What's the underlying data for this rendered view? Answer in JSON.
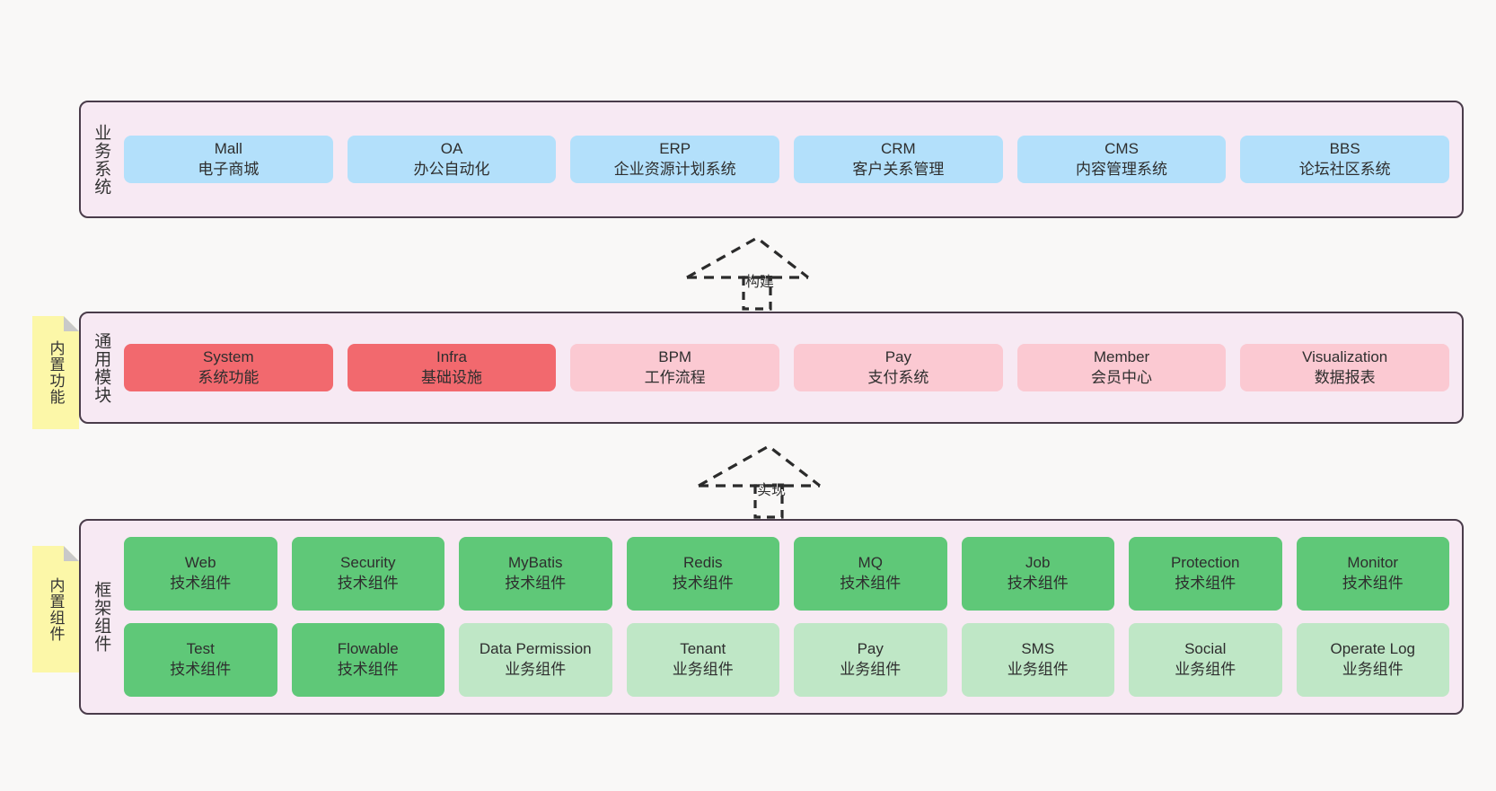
{
  "theme": {
    "page_background": "#f9f8f7",
    "panel_background": "#f7e9f3",
    "panel_border": "#4a3c4a",
    "note_background": "#fcf7a8",
    "note_fold": "#c9c9c9",
    "blue": "#b3e0fb",
    "red": "#f2696e",
    "pink": "#fbc9d2",
    "green": "#5fc878",
    "light_green": "#bfe7c6",
    "text": "#333333"
  },
  "layers": [
    {
      "id": "business-systems",
      "title": "业务系统",
      "note": null,
      "rows": [
        [
          {
            "title": "Mall",
            "subtitle": "电子商城"
          },
          {
            "title": "OA",
            "subtitle": "办公自动化"
          },
          {
            "title": "ERP",
            "subtitle": "企业资源计划系统"
          },
          {
            "title": "CRM",
            "subtitle": "客户关系管理"
          },
          {
            "title": "CMS",
            "subtitle": "内容管理系统"
          },
          {
            "title": "BBS",
            "subtitle": "论坛社区系统"
          }
        ]
      ]
    },
    {
      "id": "common-modules",
      "title": "通用模块",
      "note": "内置功能",
      "rows": [
        [
          {
            "title": "System",
            "subtitle": "系统功能"
          },
          {
            "title": "Infra",
            "subtitle": "基础设施"
          },
          {
            "title": "BPM",
            "subtitle": "工作流程"
          },
          {
            "title": "Pay",
            "subtitle": "支付系统"
          },
          {
            "title": "Member",
            "subtitle": "会员中心"
          },
          {
            "title": "Visualization",
            "subtitle": "数据报表"
          }
        ]
      ]
    },
    {
      "id": "framework-components",
      "title": "框架组件",
      "note": "内置组件",
      "rows": [
        [
          {
            "title": "Web",
            "subtitle": "技术组件"
          },
          {
            "title": "Security",
            "subtitle": "技术组件"
          },
          {
            "title": "MyBatis",
            "subtitle": "技术组件"
          },
          {
            "title": "Redis",
            "subtitle": "技术组件"
          },
          {
            "title": "MQ",
            "subtitle": "技术组件"
          },
          {
            "title": "Job",
            "subtitle": "技术组件"
          },
          {
            "title": "Protection",
            "subtitle": "技术组件"
          },
          {
            "title": "Monitor",
            "subtitle": "技术组件"
          }
        ],
        [
          {
            "title": "Test",
            "subtitle": "技术组件"
          },
          {
            "title": "Flowable",
            "subtitle": "技术组件"
          },
          {
            "title": "Data Permission",
            "subtitle": "业务组件"
          },
          {
            "title": "Tenant",
            "subtitle": "业务组件"
          },
          {
            "title": "Pay",
            "subtitle": "业务组件"
          },
          {
            "title": "SMS",
            "subtitle": "业务组件"
          },
          {
            "title": "Social",
            "subtitle": "业务组件"
          },
          {
            "title": "Operate Log",
            "subtitle": "业务组件"
          }
        ]
      ]
    }
  ],
  "connectors": [
    {
      "id": "build",
      "label": "构建"
    },
    {
      "id": "implement",
      "label": "实现"
    }
  ]
}
